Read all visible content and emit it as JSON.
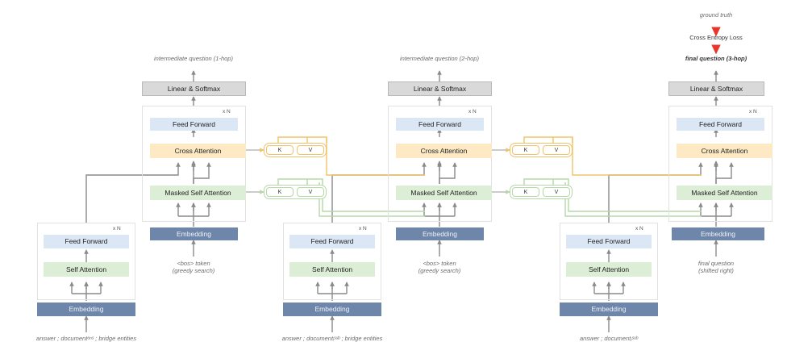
{
  "diagram": {
    "title": "Multi-hop question generation transformer encoder-decoder chain",
    "colors": {
      "linear_softmax": "#d9d9d9",
      "feed_forward": "#dbe7f4",
      "cross_attention": "#fdeac4",
      "self_attention": "#ddeed6",
      "embedding": "#6e86aa",
      "cross_wire": "#f0c36a",
      "self_wire": "#b6d7a8",
      "plain_wire": "#8a8a8a",
      "loss_arrow": "#e8362a"
    },
    "labels": {
      "linear_softmax": "Linear & Softmax",
      "feed_forward": "Feed Forward",
      "cross_attention": "Cross Attention",
      "masked_self_attention": "Masked Self Attention",
      "self_attention": "Self Attention",
      "embedding": "Embedding",
      "repeat": "x N",
      "k": "K",
      "v": "V"
    },
    "loss": {
      "ground_truth": "ground truth",
      "cross_entropy": "Cross Entropy Loss"
    },
    "outputs": [
      {
        "id": "hop1",
        "text": "intermediate question (1-hop)"
      },
      {
        "id": "hop2",
        "text": "intermediate question (2-hop)"
      },
      {
        "id": "hop3",
        "text": "final question (3-hop)"
      }
    ],
    "decoder_inputs": [
      {
        "id": "dec1",
        "line1": "<bos> token",
        "line2": "(greedy search)"
      },
      {
        "id": "dec2",
        "line1": "<bos> token",
        "line2": "(greedy search)"
      },
      {
        "id": "dec3",
        "line1": "final question",
        "line2": "(shifted right)"
      }
    ],
    "encoder_inputs": [
      {
        "id": "enc1",
        "text": "answer ; documentᵃⁿˢ ; bridge entities"
      },
      {
        "id": "enc2",
        "text": "answer ; documentᵢˢᵘᵇ ; bridge entities"
      },
      {
        "id": "enc3",
        "text": "answer ; documentⱼˢᵘᵇ"
      }
    ],
    "decoders": [
      {
        "id": "decoder-1",
        "output_ref": "hop1"
      },
      {
        "id": "decoder-2",
        "output_ref": "hop2"
      },
      {
        "id": "decoder-3",
        "output_ref": "hop3"
      }
    ],
    "encoders": [
      {
        "id": "encoder-1"
      },
      {
        "id": "encoder-2"
      },
      {
        "id": "encoder-3"
      }
    ],
    "kv_groups": [
      {
        "id": "kv-cross-1",
        "type": "cross"
      },
      {
        "id": "kv-self-1",
        "type": "self"
      },
      {
        "id": "kv-cross-2",
        "type": "cross"
      },
      {
        "id": "kv-self-2",
        "type": "self"
      }
    ]
  }
}
